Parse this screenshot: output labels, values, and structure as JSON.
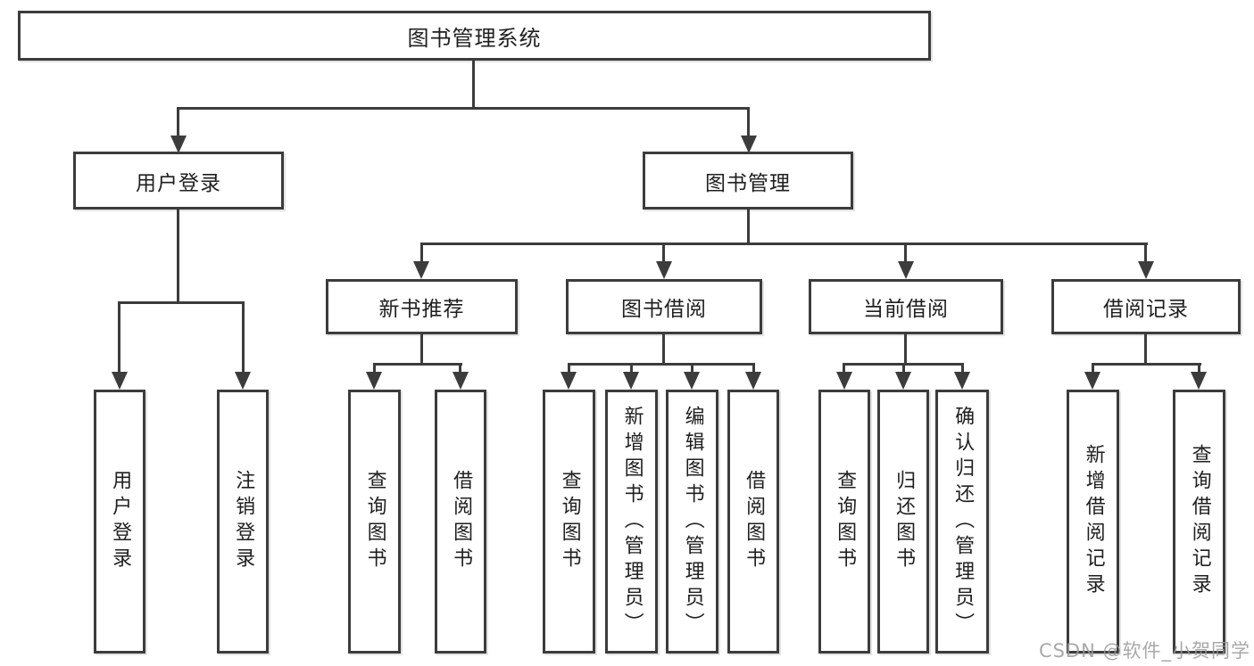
{
  "page": {
    "watermark": "CSDN @软件_小贺同学"
  },
  "colors": {
    "background": "#ffffff",
    "line": "#3c3c3c",
    "text": "#1f1f1f",
    "box_fill": "#ffffff",
    "watermark": "#9a9a9a"
  },
  "tree": {
    "root": {
      "label": "图书管理系统",
      "children": [
        {
          "label": "用户登录",
          "children": [
            {
              "label": "用户登录"
            },
            {
              "label": "注销登录"
            }
          ]
        },
        {
          "label": "图书管理",
          "children": [
            {
              "label": "新书推荐",
              "children": [
                {
                  "label": "查询图书"
                },
                {
                  "label": "借阅图书"
                }
              ]
            },
            {
              "label": "图书借阅",
              "children": [
                {
                  "label": "查询图书"
                },
                {
                  "label": "新增图书（管理员）"
                },
                {
                  "label": "编辑图书（管理员）"
                },
                {
                  "label": "借阅图书"
                }
              ]
            },
            {
              "label": "当前借阅",
              "children": [
                {
                  "label": "查询图书"
                },
                {
                  "label": "归还图书"
                },
                {
                  "label": "确认归还（管理员）"
                }
              ]
            },
            {
              "label": "借阅记录",
              "children": [
                {
                  "label": "新增借阅记录"
                },
                {
                  "label": "查询借阅记录"
                }
              ]
            }
          ]
        }
      ]
    }
  }
}
